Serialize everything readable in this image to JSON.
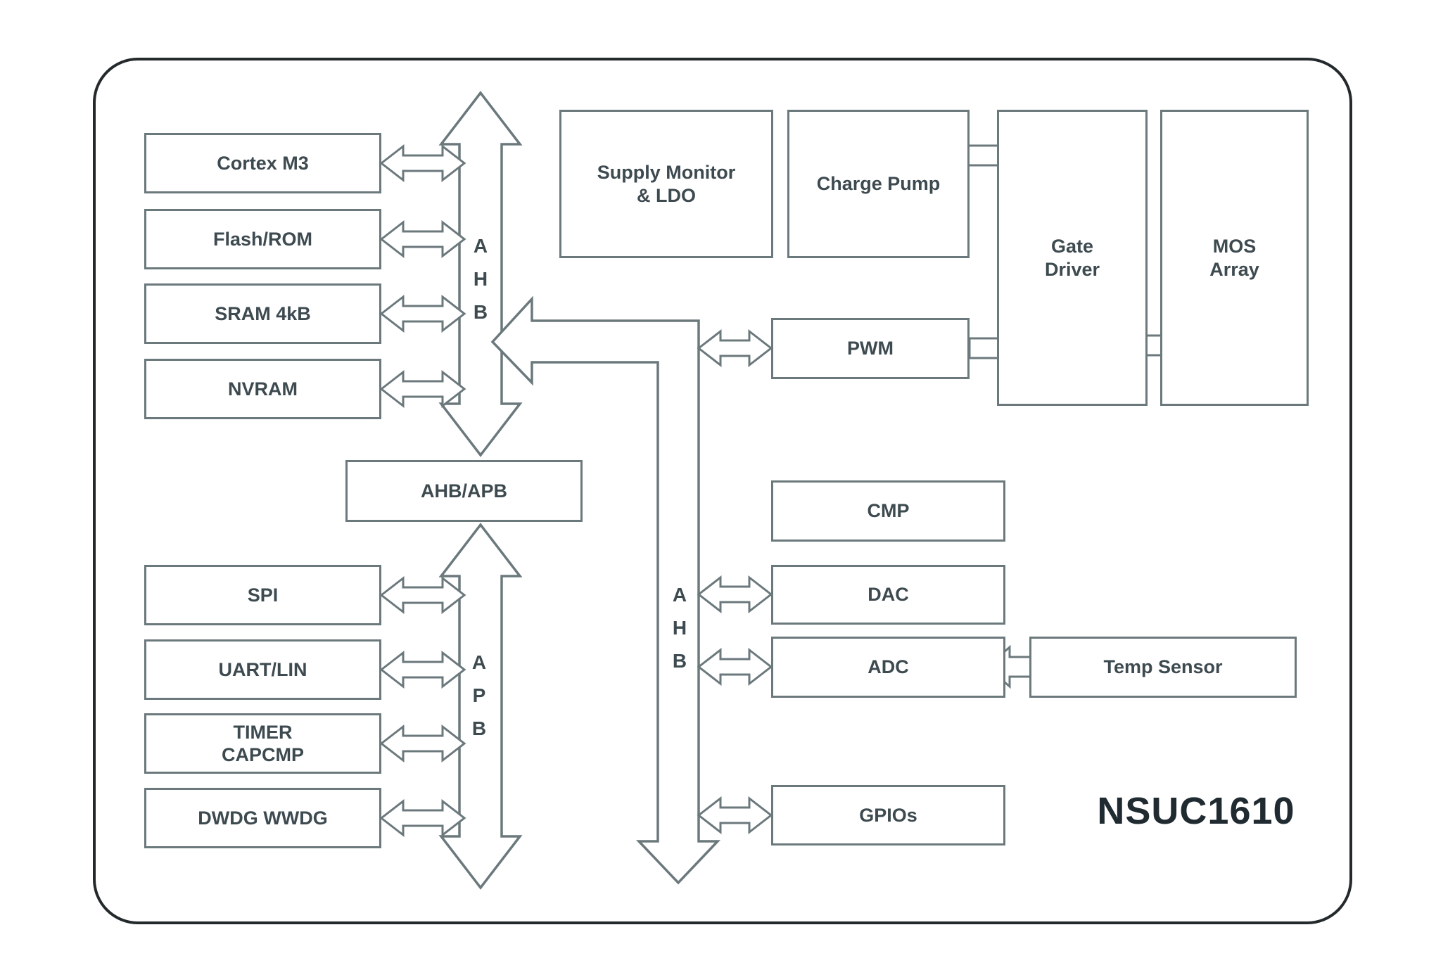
{
  "title": "NSUC1610",
  "colors": {
    "stroke": "#6b787c",
    "text": "#3d4a50",
    "outline": "#24292c"
  },
  "blocks": {
    "cortex_m3": "Cortex M3",
    "flash_rom": "Flash/ROM",
    "sram": "SRAM 4kB",
    "nvram": "NVRAM",
    "ahb_apb": "AHB/APB",
    "spi": "SPI",
    "uart_lin": "UART/LIN",
    "timer_capcmp": {
      "lines": [
        "TIMER",
        "CAPCMP"
      ]
    },
    "dwdg_wwdg": "DWDG WWDG",
    "supply_monitor": {
      "lines": [
        "Supply Monitor",
        "& LDO"
      ]
    },
    "charge_pump": "Charge Pump",
    "gate_driver": {
      "lines": [
        "Gate",
        "Driver"
      ]
    },
    "mos_array": {
      "lines": [
        "MOS",
        "Array"
      ]
    },
    "pwm": "PWM",
    "cmp": "CMP",
    "dac": "DAC",
    "adc": "ADC",
    "temp_sensor": "Temp Sensor",
    "gpios": "GPIOs"
  },
  "buses": {
    "ahb_left": [
      "A",
      "H",
      "B"
    ],
    "apb": [
      "A",
      "P",
      "B"
    ],
    "ahb_right": [
      "A",
      "H",
      "B"
    ]
  }
}
